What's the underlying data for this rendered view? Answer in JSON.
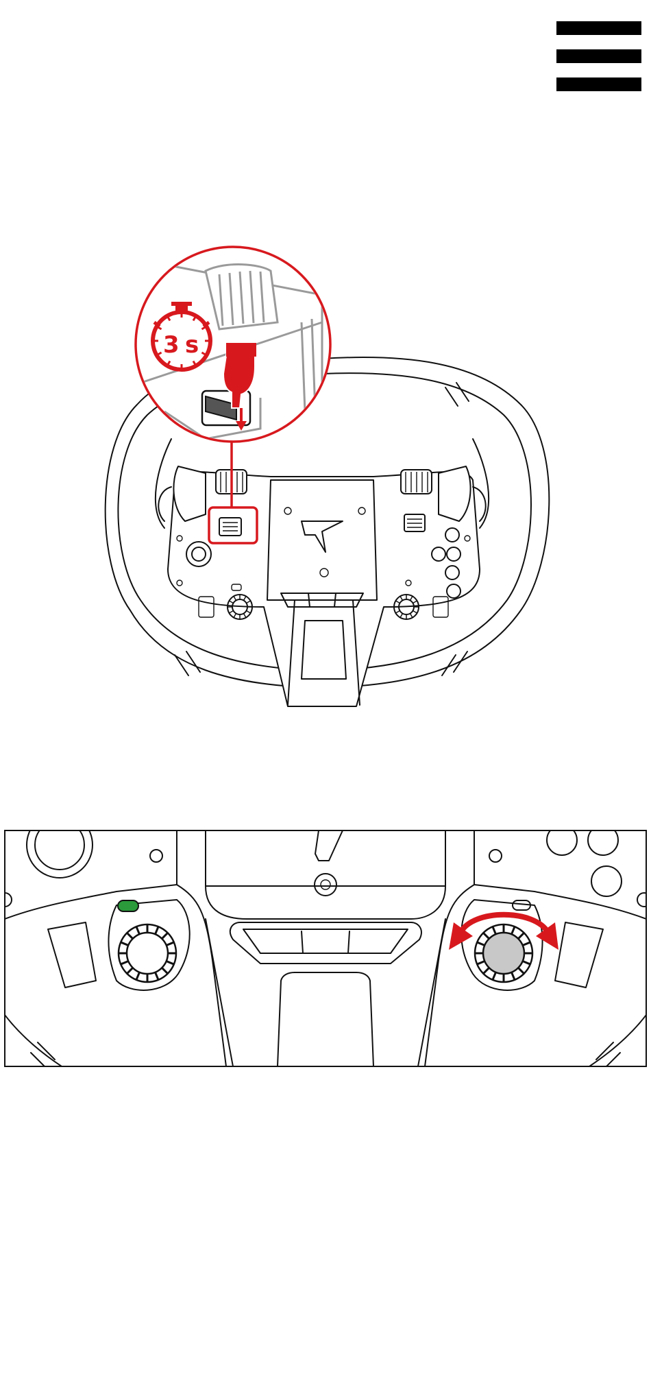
{
  "menu": {
    "icon": "hamburger-menu-icon"
  },
  "step1": {
    "timer_number": "3",
    "timer_unit": "s",
    "icons": [
      "wheel-diagram",
      "zoom-callout",
      "stopwatch-icon",
      "pointing-hand-icon",
      "press-down-arrow-icon"
    ],
    "highlight_color": "#d7191e"
  },
  "step2": {
    "icons": [
      "wheel-detail-diagram",
      "rotate-arrows-icon",
      "led-indicator"
    ],
    "led_color": "#2a9a3a",
    "highlight_color": "#d7191e",
    "encoder_fill": "#c8c8c8"
  }
}
